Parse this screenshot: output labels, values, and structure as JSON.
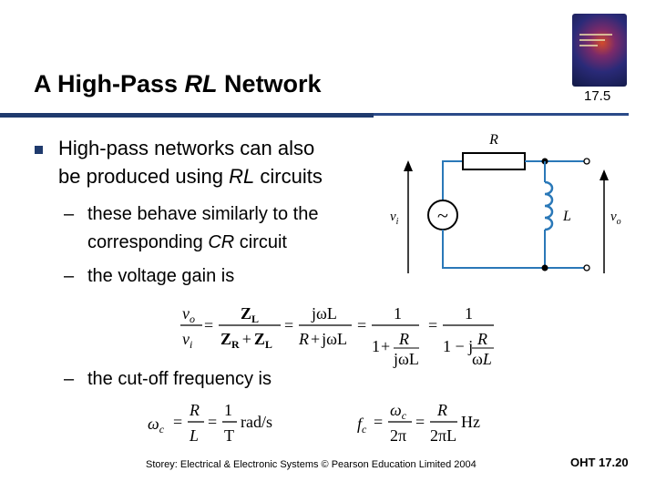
{
  "slide": {
    "title_pre": "A High-Pass ",
    "title_em": "RL",
    "title_post": " Network",
    "number": "17.5"
  },
  "bullets": {
    "b1_line1": "High-pass networks can also",
    "b1_line2_pre": "be produced using ",
    "b1_line2_em": "RL",
    "b1_line2_post": " circuits",
    "dash": "–",
    "s1_line1": "these behave similarly to the",
    "s1_line2_pre": "corresponding ",
    "s1_line2_em": "CR",
    "s1_line2_post": " circuit",
    "s2": "the voltage gain is",
    "s3": "the cut-off frequency is"
  },
  "circuit": {
    "resistor_label": "R",
    "inductor_label": "L",
    "input_label": "v",
    "input_sub": "i",
    "output_label": "v",
    "output_sub": "o",
    "source_symbol": "~"
  },
  "eq1": {
    "v": "v",
    "o": "o",
    "i": "i",
    "eq": "=",
    "ZL": "Z",
    "L_sub": "L",
    "ZR": "Z",
    "R_sub": "R",
    "plus": "+",
    "jwL": "jωL",
    "R": "R",
    "one": "1",
    "jw": "j",
    "omega": "ω",
    "L": "L",
    "minus": "1 − j"
  },
  "eq2": {
    "omega_c": "ω",
    "c": "c",
    "eq": "=",
    "R": "R",
    "L": "L",
    "one": "1",
    "T": "T",
    "unit": "rad/s"
  },
  "eq3": {
    "f": "f",
    "c": "c",
    "eq": "=",
    "omega_c": "ω",
    "two_pi": "2π",
    "R": "R",
    "two_pi_L": "2πL",
    "unit": "Hz"
  },
  "footer": {
    "credit": "Storey: Electrical & Electronic Systems © Pearson Education Limited 2004",
    "oht": "OHT 17.20"
  },
  "colors": {
    "accent": "#1f3a6d",
    "wire": "#2a78b8",
    "text": "#000000"
  }
}
